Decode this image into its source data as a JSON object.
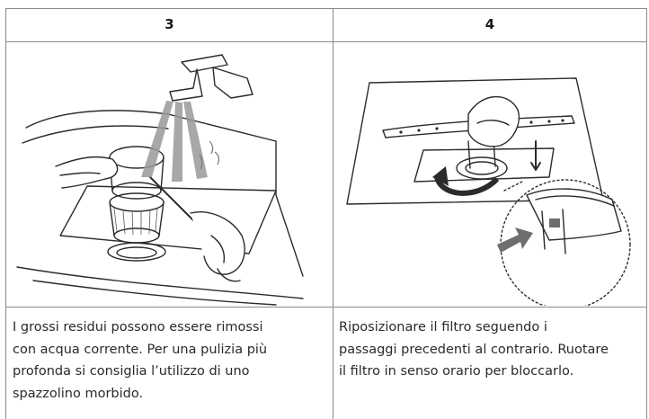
{
  "steps": [
    {
      "number": "3",
      "text": "I grossi residui possono essere rimossi\ncon acqua corrente. Per una pulizia più\nprofonda si consiglia l’utilizzo di uno\nspazzolino morbido."
    },
    {
      "number": "4",
      "text": "Riposizionare il filtro seguendo i\npassaggi precedenti al contrario. Ruotare\nil filtro in senso orario per bloccarlo."
    }
  ]
}
